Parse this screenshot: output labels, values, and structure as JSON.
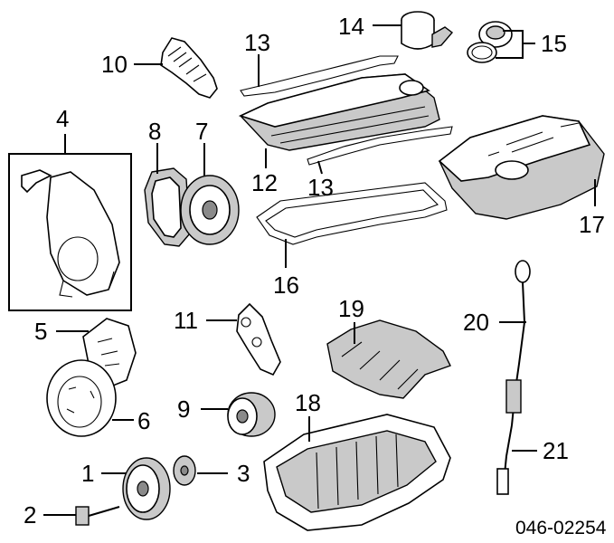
{
  "callouts": {
    "c1": "1",
    "c2": "2",
    "c3": "3",
    "c4": "4",
    "c5": "5",
    "c6": "6",
    "c7": "7",
    "c8": "8",
    "c9": "9",
    "c10": "10",
    "c11": "11",
    "c12": "12",
    "c13a": "13",
    "c13b": "13",
    "c14": "14",
    "c15": "15",
    "c16": "16",
    "c17": "17",
    "c18": "18",
    "c19": "19",
    "c20": "20",
    "c21": "21"
  },
  "diagram_code": "046-02254"
}
